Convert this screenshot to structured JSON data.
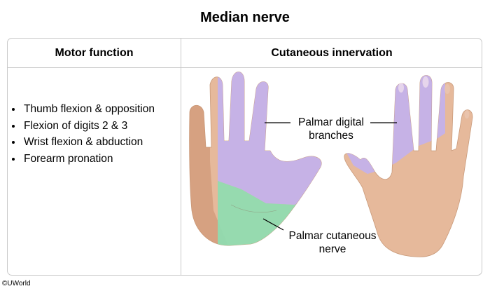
{
  "title": "Median nerve",
  "columns": {
    "motor": "Motor function",
    "cutaneous": "Cutaneous innervation"
  },
  "motor_functions": [
    "Thumb flexion & opposition",
    "Flexion of digits 2 & 3",
    "Wrist flexion & abduction",
    "Forearm pronation"
  ],
  "labels": {
    "palmar_digital_line1": "Palmar digital",
    "palmar_digital_line2": "branches",
    "palmar_cutaneous_line1": "Palmar cutaneous",
    "palmar_cutaneous_line2": "nerve"
  },
  "colors": {
    "skin": "#e6b99b",
    "skin_shade": "#c98e6c",
    "digital_branch_region": "#c3b2ec",
    "palmar_cutaneous_region": "#8fddb0",
    "border": "#c9c9c9"
  },
  "copyright": "©UWorld"
}
